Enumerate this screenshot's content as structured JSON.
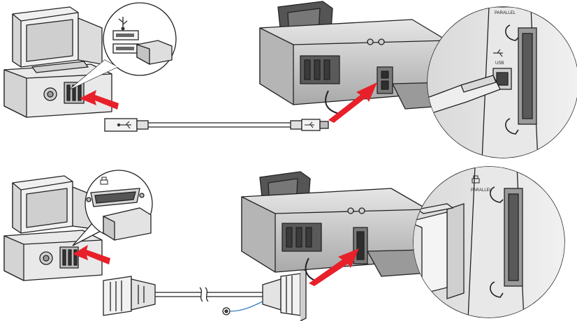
{
  "usb_panel": {
    "port_label": "USB",
    "side_label": "PARALLEL"
  },
  "parallel_panel": {
    "port_label": "PARALLEL"
  },
  "colors": {
    "arrow": "#e8202a",
    "outline": "#222222",
    "body_light": "#eeeeee",
    "body_mid": "#cfcfcf",
    "body_dark": "#8c8c8c"
  },
  "icons": {
    "usb": "usb-trident-icon",
    "parallel": "printer-port-icon"
  }
}
